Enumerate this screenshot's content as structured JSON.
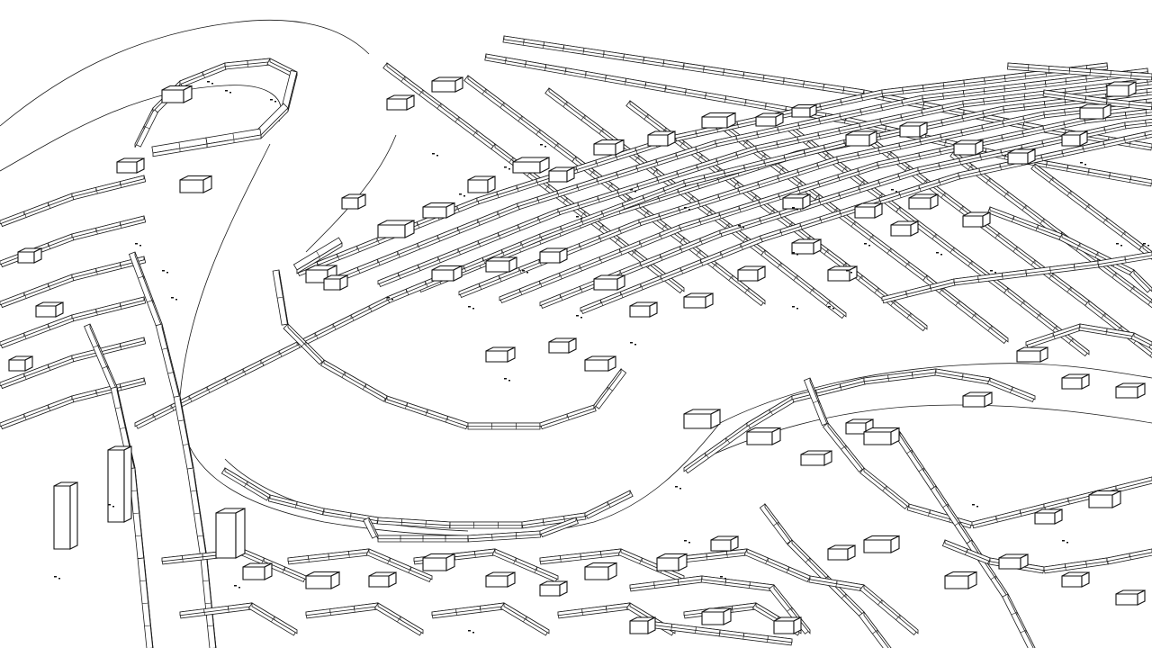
{
  "scene": {
    "type": "wireframe-3d-city-model",
    "view": "oblique-perspective",
    "line_color": "#1a1a1a",
    "background_color": "#ffffff",
    "features": [
      "river",
      "building-blocks",
      "street-grid",
      "bridges"
    ]
  }
}
